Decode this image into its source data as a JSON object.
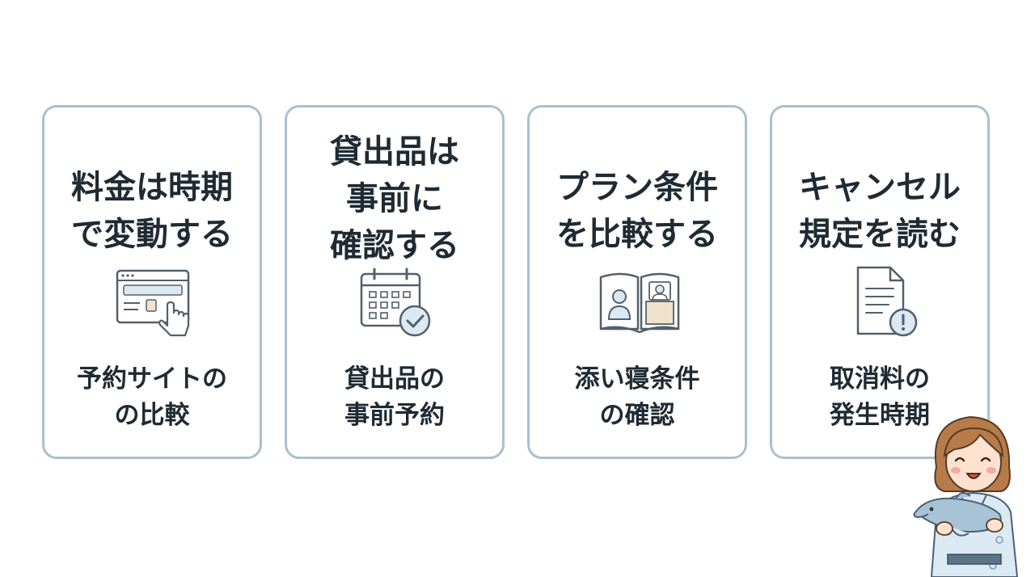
{
  "cards": [
    {
      "title": "料金は時期\nで変動する",
      "icon": "browser-click-icon",
      "caption": "予約サイトの\nの比較"
    },
    {
      "title": "貸出品は\n事前に\n確認する",
      "icon": "calendar-check-icon",
      "caption": "貸出品の\n事前予約"
    },
    {
      "title": "プラン条件\nを比較する",
      "icon": "open-book-icon",
      "caption": "添い寝条件\nの確認"
    },
    {
      "title": "キャンセル\n規定を読む",
      "icon": "document-warning-icon",
      "caption": "取消料の\n発生時期"
    }
  ],
  "colors": {
    "card_border": "#a9c1cf",
    "text": "#1f2a33",
    "icon_stroke": "#52606b",
    "icon_fill": "#dce9f2",
    "accent_fill": "#f0e2cc"
  }
}
